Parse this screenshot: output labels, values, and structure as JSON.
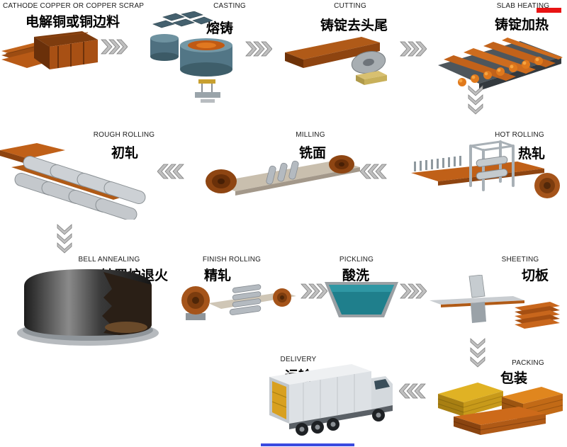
{
  "palette": {
    "copper": "#b85c1a",
    "copper_dark": "#7a3a0c",
    "steel_gray": "#9aa4aa",
    "furnace_teal": "#527686",
    "acid_teal": "#1f7f8c",
    "gold": "#d8a820",
    "arrow_gray": "#bfbfbf",
    "red_marker": "#e81414",
    "blue_bar": "#3a4ae0"
  },
  "stages": [
    {
      "id": "cathode",
      "label_en": "CATHODE COPPER OR COPPER SCRAP",
      "label_zh": "电解铜或铜边料"
    },
    {
      "id": "casting",
      "label_en": "CASTING",
      "label_zh": "熔铸"
    },
    {
      "id": "cutting",
      "label_en": "CUTTING",
      "label_zh": "铸锭去头尾"
    },
    {
      "id": "slab-heating",
      "label_en": "SLAB HEATING",
      "label_zh": "铸锭加热"
    },
    {
      "id": "hot-rolling",
      "label_en": "HOT ROLLING",
      "label_zh": "热轧"
    },
    {
      "id": "milling",
      "label_en": "MILLING",
      "label_zh": "铣面"
    },
    {
      "id": "rough-rolling",
      "label_en": "ROUGH ROLLING",
      "label_zh": "初轧"
    },
    {
      "id": "bell-annealing",
      "label_en": "BELL ANNEALING",
      "label_zh": "钟罩炉退火"
    },
    {
      "id": "finish-rolling",
      "label_en": "FINISH ROLLING",
      "label_zh": "精轧"
    },
    {
      "id": "pickling",
      "label_en": "PICKLING",
      "label_zh": "酸洗"
    },
    {
      "id": "sheeting",
      "label_en": "SHEETING",
      "label_zh": "切板"
    },
    {
      "id": "packing",
      "label_en": "PACKING",
      "label_zh": "包装"
    },
    {
      "id": "delivery",
      "label_en": "DELIVERY",
      "label_zh": "运输"
    }
  ]
}
